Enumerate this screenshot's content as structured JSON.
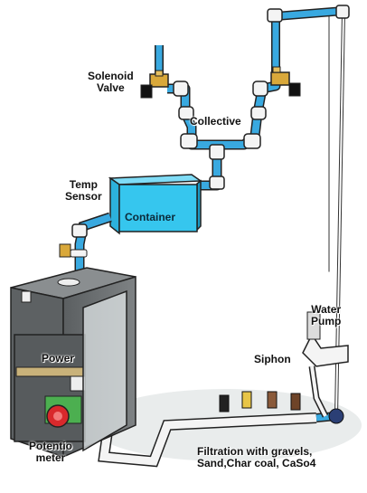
{
  "labels": {
    "solenoid_valve_line1": "Solenoid",
    "solenoid_valve_line2": "Valve",
    "collective": "Collective",
    "temp_sensor_line1": "Temp",
    "temp_sensor_line2": "Sensor",
    "container": "Container",
    "water_pump_line1": "Water",
    "water_pump_line2": "Pump",
    "siphon": "Siphon",
    "power": "Power",
    "potentiometer_line1": "Potentio",
    "potentiometer_line2": "meter",
    "filtration_line1": "Filtration with gravels,",
    "filtration_line2": "Sand,Char coal, CaSo4"
  },
  "colors": {
    "pipe_blue": "#39a9e0",
    "pipe_white": "#f4f4f4",
    "container_cyan": "#36c6ee",
    "cabinet_gray": "#6f7375",
    "cabinet_dark": "#4c5052",
    "valve_brass": "#d9a83a",
    "knob_red": "#d8292c",
    "plate_green": "#4caf50",
    "filter_black": "#222222",
    "filter_yellow": "#e8c547",
    "filter_brown": "#8a5a3a"
  }
}
